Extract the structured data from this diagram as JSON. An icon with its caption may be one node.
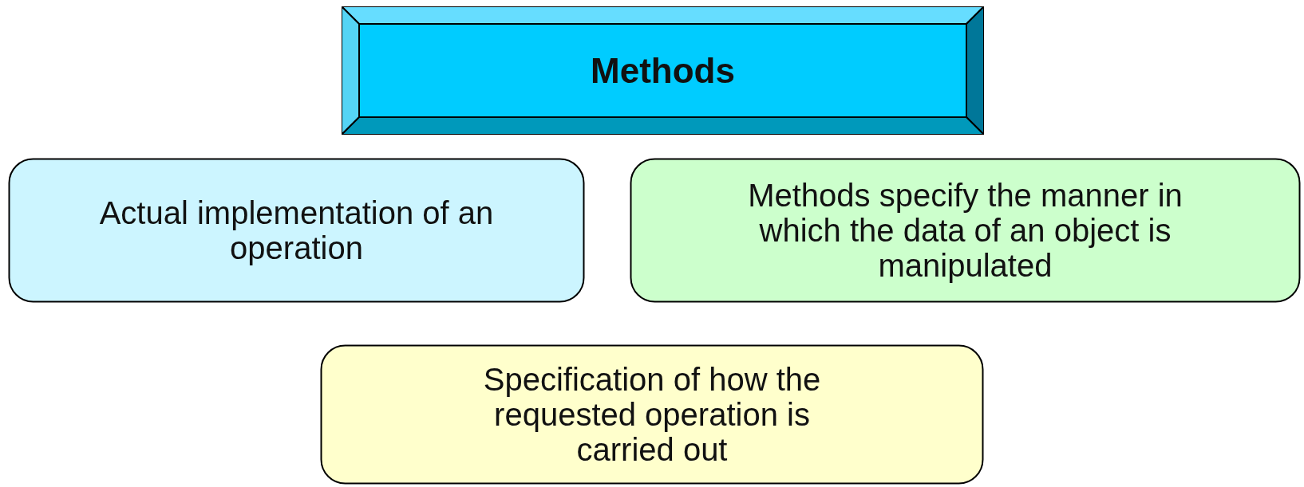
{
  "diagram": {
    "nodes": [
      {
        "text": [
          "Methods"
        ]
      },
      {
        "text": [
          "Actual implementation of an operation"
        ]
      },
      {
        "text": [
          "Methods specify the manner in which the data of an object is manipulated"
        ]
      },
      {
        "text": [
          "Specification of how the requested operation is carried out"
        ]
      }
    ],
    "edges": []
  }
}
